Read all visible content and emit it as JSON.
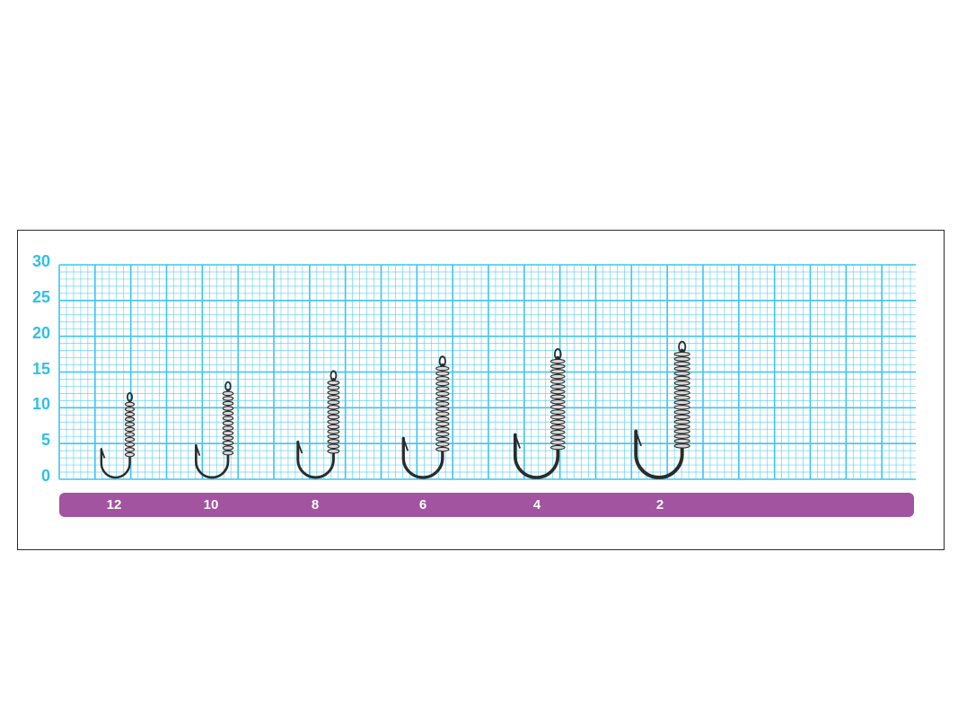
{
  "y_axis": {
    "ticks": [
      "30",
      "25",
      "20",
      "15",
      "10",
      "5",
      "0"
    ]
  },
  "colors": {
    "grid": "#3ec5ee",
    "axis_labels": "#2fc0e8",
    "size_bar": "#a254a0",
    "size_text": "#ffffff",
    "hook": "#2b2b2b",
    "frame": "#2a2a2a"
  },
  "hooks": [
    {
      "size": "12",
      "height": 12
    },
    {
      "size": "10",
      "height": 13.5
    },
    {
      "size": "8",
      "height": 15
    },
    {
      "size": "6",
      "height": 17
    },
    {
      "size": "4",
      "height": 18
    },
    {
      "size": "2",
      "height": 19
    }
  ]
}
